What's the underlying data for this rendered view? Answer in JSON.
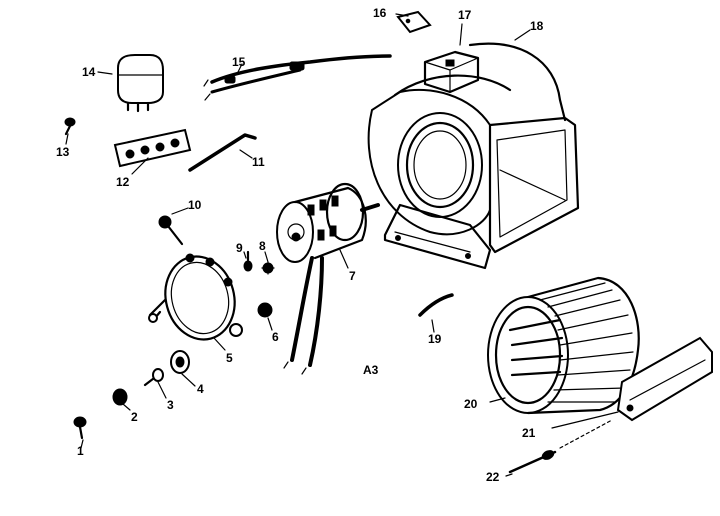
{
  "diagram_label": "A3",
  "parts": [
    {
      "id": "part-1",
      "number": "1"
    },
    {
      "id": "part-2",
      "number": "2"
    },
    {
      "id": "part-3",
      "number": "3"
    },
    {
      "id": "part-4",
      "number": "4"
    },
    {
      "id": "part-5",
      "number": "5"
    },
    {
      "id": "part-6",
      "number": "6"
    },
    {
      "id": "part-7",
      "number": "7"
    },
    {
      "id": "part-8",
      "number": "8"
    },
    {
      "id": "part-9",
      "number": "9"
    },
    {
      "id": "part-10",
      "number": "10"
    },
    {
      "id": "part-11",
      "number": "11"
    },
    {
      "id": "part-12",
      "number": "12"
    },
    {
      "id": "part-13",
      "number": "13"
    },
    {
      "id": "part-14",
      "number": "14"
    },
    {
      "id": "part-15",
      "number": "15"
    },
    {
      "id": "part-16",
      "number": "16"
    },
    {
      "id": "part-17",
      "number": "17"
    },
    {
      "id": "part-18",
      "number": "18"
    },
    {
      "id": "part-19",
      "number": "19"
    },
    {
      "id": "part-20",
      "number": "20"
    },
    {
      "id": "part-21",
      "number": "21"
    },
    {
      "id": "part-22",
      "number": "22"
    }
  ]
}
